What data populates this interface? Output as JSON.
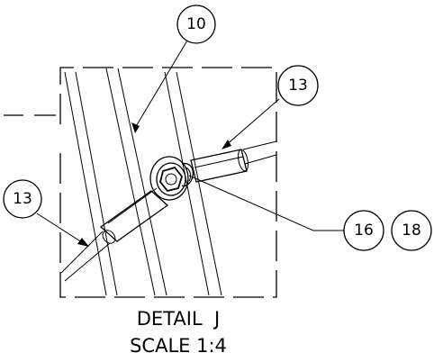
{
  "balloons": {
    "b10": "10",
    "b13_top": "13",
    "b13_left": "13",
    "b16": "16",
    "b18": "18"
  },
  "caption": {
    "line1": "DETAIL  J",
    "line2": "SCALE 1:4"
  }
}
